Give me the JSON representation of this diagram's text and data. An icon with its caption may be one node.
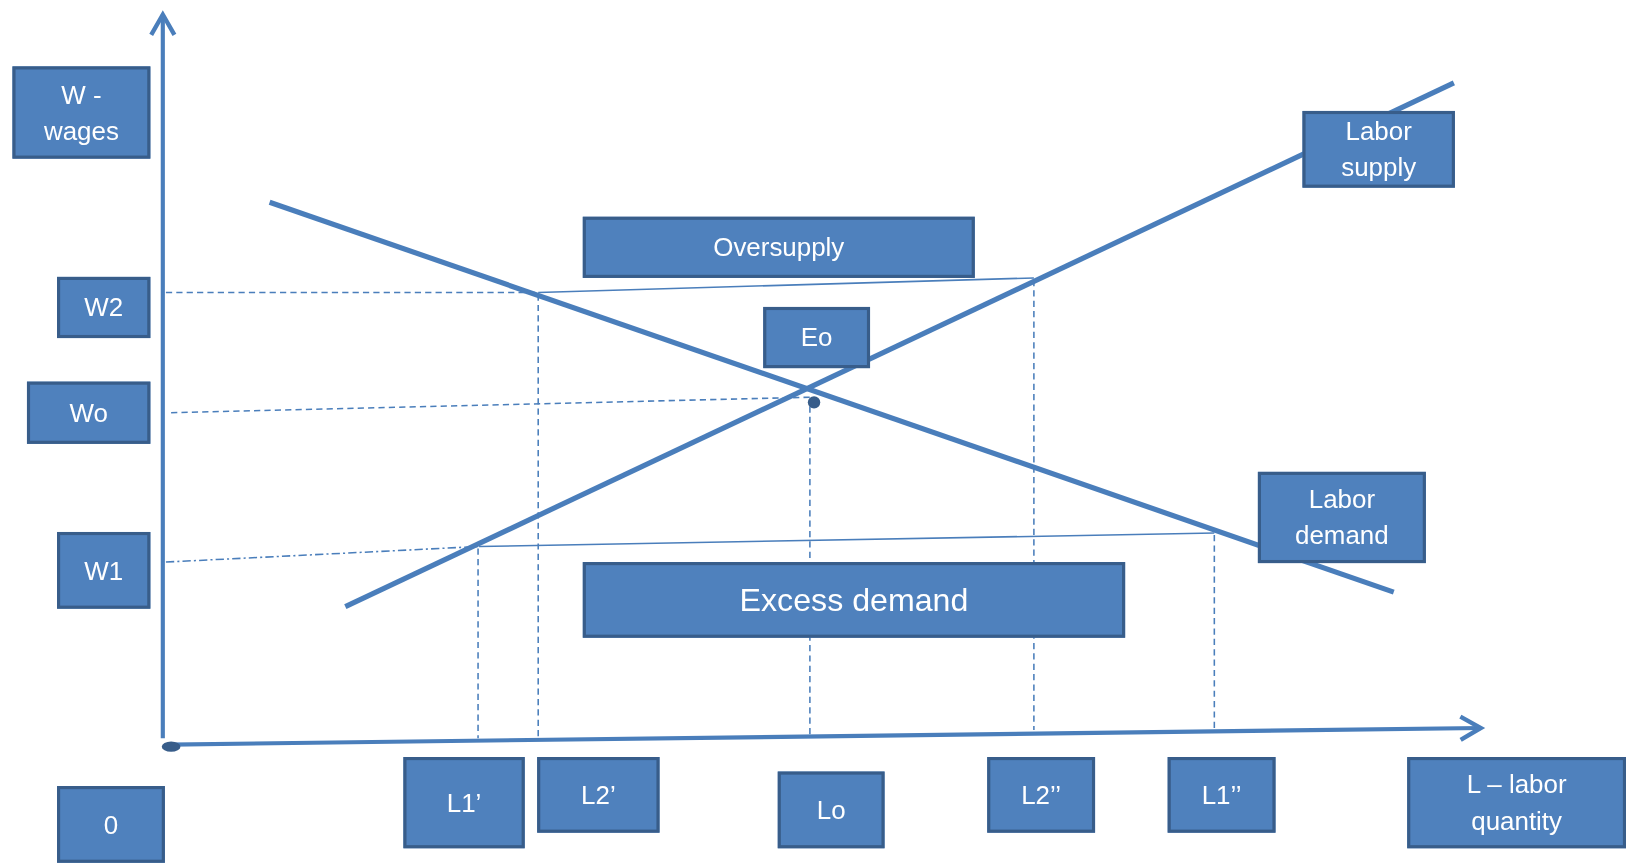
{
  "diagram": {
    "nodes": [
      {
        "text": [
          "W - wages"
        ]
      },
      {
        "text": [
          "W2"
        ]
      },
      {
        "text": [
          "Wo"
        ]
      },
      {
        "text": [
          "W1"
        ]
      },
      {
        "text": [
          "0"
        ]
      },
      {
        "text": [
          "Oversupply"
        ]
      },
      {
        "text": [
          "Eo"
        ]
      },
      {
        "text": [
          "Labor supply"
        ]
      },
      {
        "text": [
          "Labor demand"
        ]
      },
      {
        "text": [
          "Excess demand"
        ]
      },
      {
        "text": [
          "L1’"
        ]
      },
      {
        "text": [
          "L2’"
        ]
      },
      {
        "text": [
          "Lo"
        ]
      },
      {
        "text": [
          "L2’’"
        ]
      },
      {
        "text": [
          "L1’’"
        ]
      },
      {
        "text": [
          "L – labor quantity"
        ]
      }
    ]
  }
}
